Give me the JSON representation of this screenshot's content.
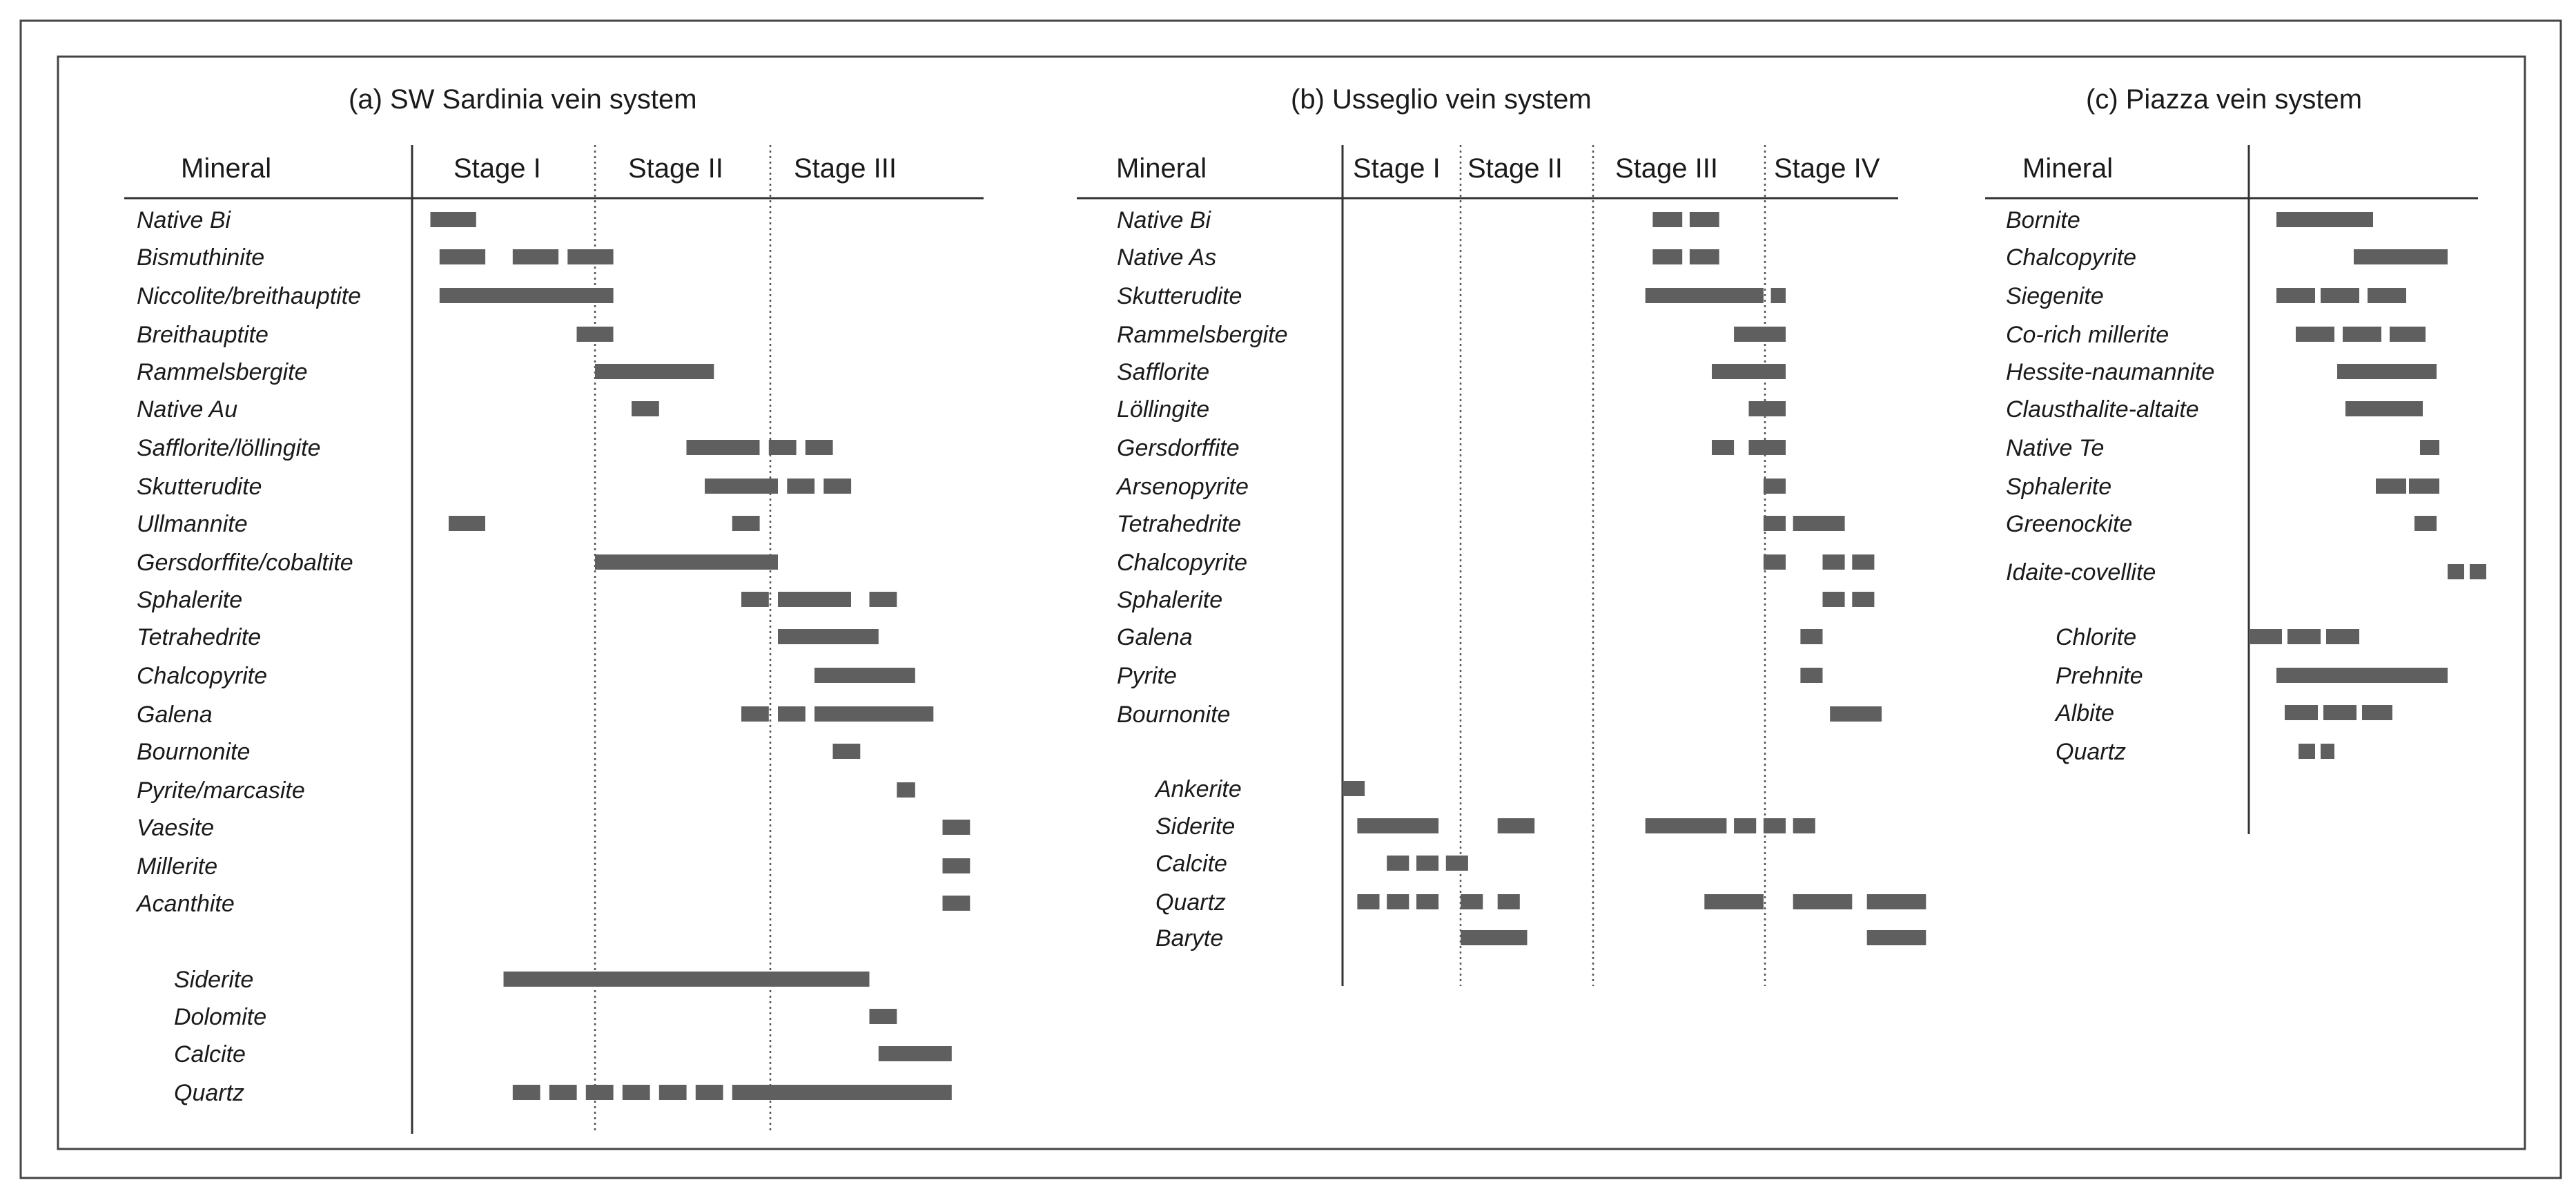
{
  "colors": {
    "bar": "#5f5f5f",
    "text": "#1a1a1a",
    "frame": "#444444"
  },
  "panels": [
    {
      "title": "(a)  SW Sardinia vein system",
      "mineral_header": "Mineral",
      "stages": [
        "Stage I",
        "Stage II",
        "Stage III"
      ],
      "minerals": [
        {
          "name": "Native Bi",
          "bars": [
            [
              0.1,
              0.35
            ]
          ]
        },
        {
          "name": "Bismuthinite",
          "bars": [
            [
              0.15,
              0.4
            ],
            [
              0.55,
              0.8
            ],
            [
              0.85,
              1.1
            ]
          ]
        },
        {
          "name": "Niccolite/breithauptite",
          "bars": [
            [
              0.15,
              1.1
            ]
          ]
        },
        {
          "name": "Breithauptite",
          "bars": [
            [
              0.9,
              1.1
            ]
          ]
        },
        {
          "name": "Rammelsbergite",
          "bars": [
            [
              1.0,
              1.65
            ]
          ]
        },
        {
          "name": "Native Au",
          "bars": [
            [
              1.2,
              1.35
            ]
          ]
        },
        {
          "name": "Safflorite/löllingite",
          "bars": [
            [
              1.5,
              1.9
            ],
            [
              1.95,
              2.1
            ],
            [
              2.15,
              2.3
            ]
          ]
        },
        {
          "name": "Skutterudite",
          "bars": [
            [
              1.6,
              2.0
            ],
            [
              2.05,
              2.2
            ],
            [
              2.25,
              2.4
            ]
          ]
        },
        {
          "name": "Ullmannite",
          "bars": [
            [
              0.2,
              0.4
            ],
            [
              1.75,
              1.9
            ]
          ]
        },
        {
          "name": "Gersdorffite/cobaltite",
          "bars": [
            [
              1.0,
              2.0
            ]
          ]
        },
        {
          "name": "Sphalerite",
          "bars": [
            [
              1.8,
              1.95
            ],
            [
              2.0,
              2.4
            ],
            [
              2.5,
              2.65
            ]
          ]
        },
        {
          "name": "Tetrahedrite",
          "bars": [
            [
              2.0,
              2.55
            ]
          ]
        },
        {
          "name": "Chalcopyrite",
          "bars": [
            [
              2.2,
              2.75
            ]
          ]
        },
        {
          "name": "Galena",
          "bars": [
            [
              1.8,
              1.95
            ],
            [
              2.0,
              2.15
            ],
            [
              2.2,
              2.85
            ]
          ]
        },
        {
          "name": "Bournonite",
          "bars": [
            [
              2.3,
              2.45
            ]
          ]
        },
        {
          "name": "Pyrite/marcasite",
          "bars": [
            [
              2.65,
              2.75
            ]
          ]
        },
        {
          "name": "Vaesite",
          "bars": [
            [
              2.9,
              3.05
            ]
          ]
        },
        {
          "name": "Millerite",
          "bars": [
            [
              2.9,
              3.05
            ]
          ]
        },
        {
          "name": "Acanthite",
          "bars": [
            [
              2.9,
              3.05
            ]
          ]
        },
        {
          "name": "Siderite",
          "bars": [
            [
              0.5,
              2.5
            ]
          ]
        },
        {
          "name": "Dolomite",
          "bars": [
            [
              2.5,
              2.65
            ]
          ]
        },
        {
          "name": "Calcite",
          "bars": [
            [
              2.55,
              2.95
            ]
          ]
        },
        {
          "name": "Quartz",
          "bars": [
            [
              0.55,
              0.7
            ],
            [
              0.75,
              0.9
            ],
            [
              0.95,
              1.1
            ],
            [
              1.15,
              1.3
            ],
            [
              1.35,
              1.5
            ],
            [
              1.55,
              1.7
            ],
            [
              1.75,
              2.95
            ]
          ]
        }
      ]
    },
    {
      "title": "(b)  Usseglio vein system",
      "mineral_header": "Mineral",
      "stages": [
        "Stage I",
        "Stage II",
        "Stage III",
        "Stage IV"
      ],
      "minerals": [
        {
          "name": "Native Bi",
          "bars": [
            [
              2.1,
              2.3
            ],
            [
              2.35,
              2.55
            ]
          ]
        },
        {
          "name": "Native As",
          "bars": [
            [
              2.1,
              2.3
            ],
            [
              2.35,
              2.55
            ]
          ]
        },
        {
          "name": "Skutterudite",
          "bars": [
            [
              2.05,
              2.85
            ],
            [
              2.9,
              3.0
            ]
          ]
        },
        {
          "name": "Rammelsbergite",
          "bars": [
            [
              2.65,
              3.0
            ]
          ]
        },
        {
          "name": "Safflorite",
          "bars": [
            [
              2.5,
              3.0
            ]
          ]
        },
        {
          "name": "Löllingite",
          "bars": [
            [
              2.75,
              3.0
            ]
          ]
        },
        {
          "name": "Gersdorffite",
          "bars": [
            [
              2.5,
              2.65
            ],
            [
              2.75,
              3.0
            ]
          ]
        },
        {
          "name": "Arsenopyrite",
          "bars": [
            [
              2.85,
              3.0
            ]
          ]
        },
        {
          "name": "Tetrahedrite",
          "bars": [
            [
              2.85,
              3.0
            ],
            [
              3.05,
              3.4
            ]
          ]
        },
        {
          "name": "Chalcopyrite",
          "bars": [
            [
              2.85,
              3.0
            ],
            [
              3.25,
              3.4
            ],
            [
              3.45,
              3.6
            ]
          ]
        },
        {
          "name": "Sphalerite",
          "bars": [
            [
              3.25,
              3.4
            ],
            [
              3.45,
              3.6
            ]
          ]
        },
        {
          "name": "Galena",
          "bars": [
            [
              3.1,
              3.25
            ]
          ]
        },
        {
          "name": "Pyrite",
          "bars": [
            [
              3.1,
              3.25
            ]
          ]
        },
        {
          "name": "Bournonite",
          "bars": [
            [
              3.3,
              3.65
            ]
          ]
        },
        {
          "name": "Ankerite",
          "bars": [
            [
              0.0,
              0.15
            ]
          ]
        },
        {
          "name": "Siderite",
          "bars": [
            [
              0.1,
              0.65
            ],
            [
              1.05,
              1.3
            ],
            [
              2.05,
              2.6
            ],
            [
              2.65,
              2.8
            ],
            [
              2.85,
              3.0
            ],
            [
              3.05,
              3.2
            ]
          ]
        },
        {
          "name": "Calcite",
          "bars": [
            [
              0.3,
              0.45
            ],
            [
              0.5,
              0.65
            ],
            [
              0.7,
              0.85
            ]
          ]
        },
        {
          "name": "Quartz",
          "bars": [
            [
              0.1,
              0.25
            ],
            [
              0.3,
              0.45
            ],
            [
              0.5,
              0.65
            ],
            [
              0.8,
              0.95
            ],
            [
              1.05,
              1.2
            ],
            [
              2.45,
              2.85
            ],
            [
              3.05,
              3.45
            ],
            [
              3.55,
              3.95
            ]
          ]
        },
        {
          "name": "Baryte",
          "bars": [
            [
              0.8,
              1.25
            ],
            [
              3.55,
              3.95
            ]
          ]
        }
      ]
    },
    {
      "title": "(c)  Piazza vein system",
      "mineral_header": "Mineral",
      "stages": [],
      "minerals": [
        {
          "name": "Bornite",
          "bars": [
            [
              0.1,
              0.45
            ]
          ]
        },
        {
          "name": "Chalcopyrite",
          "bars": [
            [
              0.38,
              0.72
            ]
          ]
        },
        {
          "name": "Siegenite",
          "bars": [
            [
              0.1,
              0.24
            ],
            [
              0.26,
              0.4
            ],
            [
              0.43,
              0.57
            ]
          ]
        },
        {
          "name": "Co-rich millerite",
          "bars": [
            [
              0.17,
              0.31
            ],
            [
              0.34,
              0.48
            ],
            [
              0.51,
              0.64
            ]
          ]
        },
        {
          "name": "Hessite-naumannite",
          "bars": [
            [
              0.32,
              0.68
            ]
          ]
        },
        {
          "name": "Clausthalite-altaite",
          "bars": [
            [
              0.35,
              0.63
            ]
          ]
        },
        {
          "name": "Native Te",
          "bars": [
            [
              0.62,
              0.69
            ]
          ]
        },
        {
          "name": "Sphalerite",
          "bars": [
            [
              0.46,
              0.57
            ],
            [
              0.58,
              0.69
            ]
          ]
        },
        {
          "name": "Greenockite",
          "bars": [
            [
              0.6,
              0.68
            ]
          ]
        },
        {
          "name": "Idaite-covellite",
          "bars": [
            [
              0.72,
              0.78
            ],
            [
              0.8,
              0.86
            ]
          ]
        },
        {
          "name": "Chlorite",
          "bars": [
            [
              0.0,
              0.12
            ],
            [
              0.14,
              0.26
            ],
            [
              0.28,
              0.4
            ]
          ]
        },
        {
          "name": "Prehnite",
          "bars": [
            [
              0.1,
              0.72
            ]
          ]
        },
        {
          "name": "Albite",
          "bars": [
            [
              0.13,
              0.25
            ],
            [
              0.27,
              0.39
            ],
            [
              0.41,
              0.52
            ]
          ]
        },
        {
          "name": "Quartz",
          "bars": [
            [
              0.18,
              0.24
            ],
            [
              0.26,
              0.31
            ]
          ]
        }
      ]
    }
  ]
}
